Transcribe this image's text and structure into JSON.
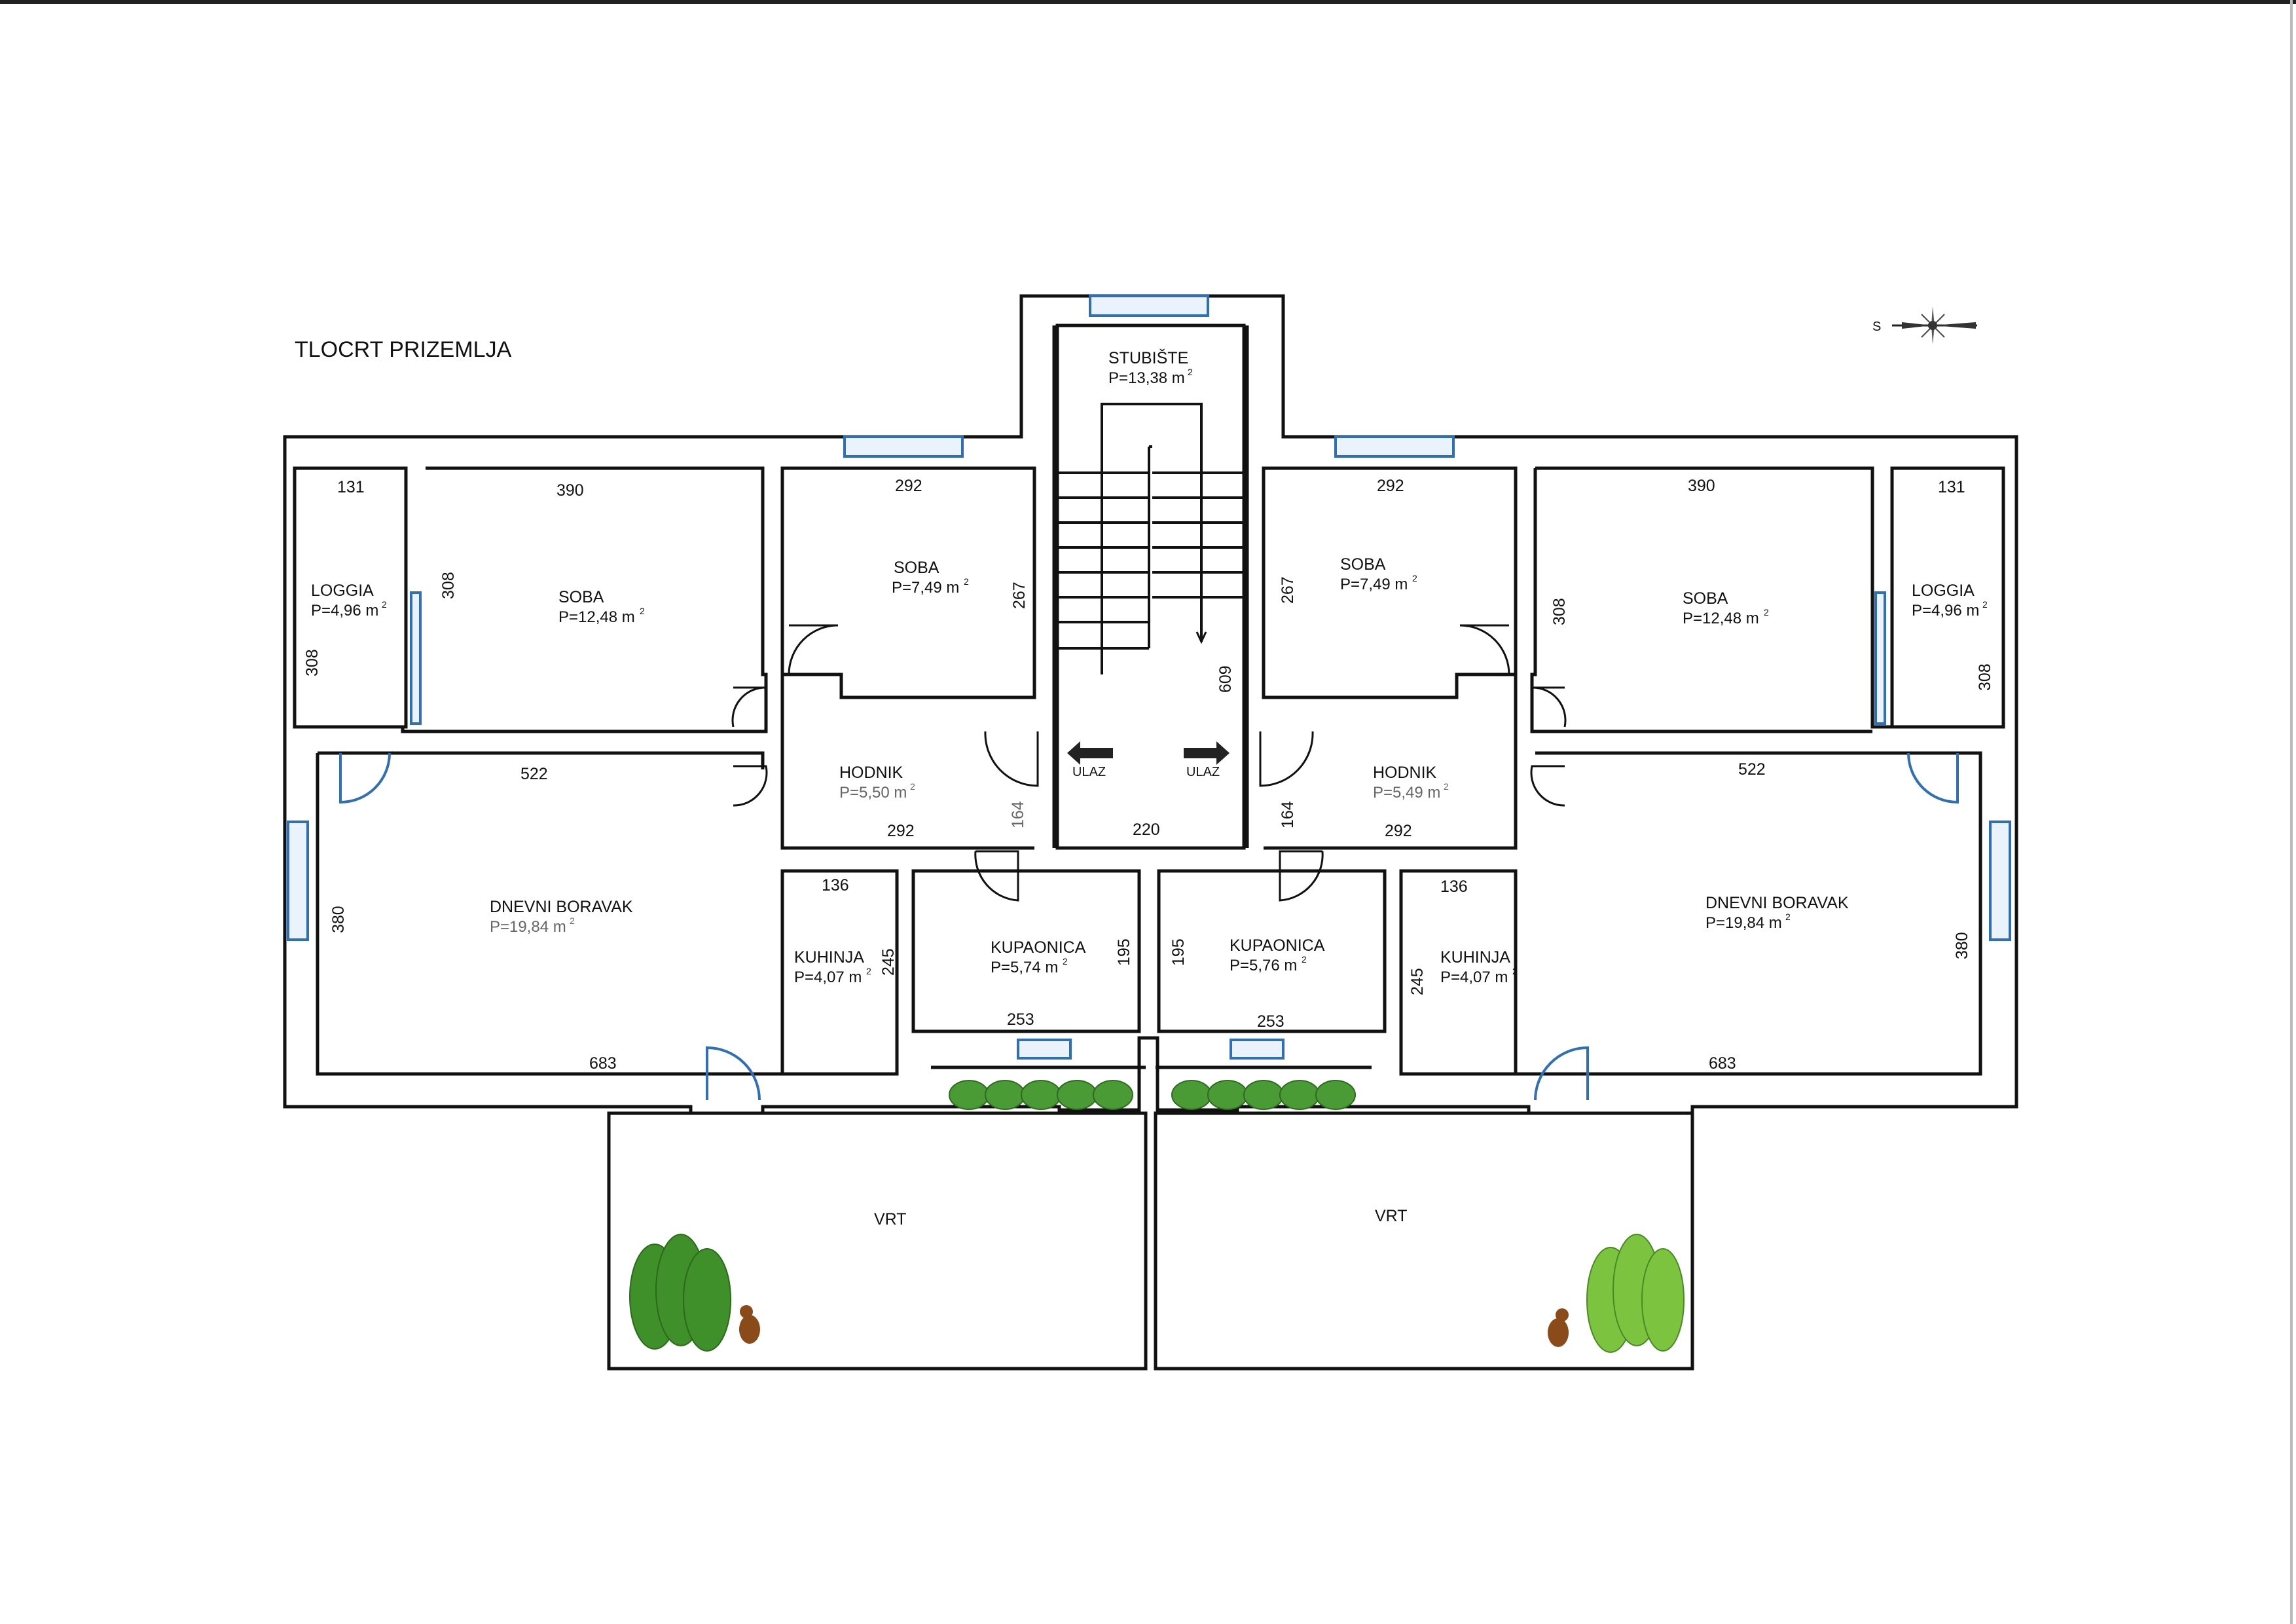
{
  "title": "TLOCRT PRIZEMLJA",
  "compass": {
    "label": "S"
  },
  "rooms": {
    "loggia_l": {
      "name": "LOGGIA",
      "area": "P=4,96 m",
      "sup": "2"
    },
    "soba_big_l": {
      "name": "SOBA",
      "area": "P=12,48 m",
      "sup": "2"
    },
    "soba_small_l": {
      "name": "SOBA",
      "area": "P=7,49 m",
      "sup": "2"
    },
    "stubiste": {
      "name": "STUBIŠTE",
      "area": "P=13,38 m",
      "sup": "2"
    },
    "soba_small_r": {
      "name": "SOBA",
      "area": "P=7,49 m",
      "sup": "2"
    },
    "soba_big_r": {
      "name": "SOBA",
      "area": "P=12,48 m",
      "sup": "2"
    },
    "loggia_r": {
      "name": "LOGGIA",
      "area": "P=4,96 m",
      "sup": "2"
    },
    "hodnik_l": {
      "name": "HODNIK",
      "area": "P=5,50 m",
      "sup": "2"
    },
    "hodnik_r": {
      "name": "HODNIK",
      "area": "P=5,49 m",
      "sup": "2"
    },
    "boravak_l": {
      "name": "DNEVNI BORAVAK",
      "area": "P=19,84 m",
      "sup": "2"
    },
    "boravak_r": {
      "name": "DNEVNI BORAVAK",
      "area": "P=19,84 m",
      "sup": "2"
    },
    "kuhinja_l": {
      "name": "KUHINJA",
      "area": "P=4,07 m",
      "sup": "2"
    },
    "kuhinja_r": {
      "name": "KUHINJA",
      "area": "P=4,07 m",
      "sup": "2"
    },
    "kupaonica_l": {
      "name": "KUPAONICA",
      "area": "P=5,74 m",
      "sup": "2"
    },
    "kupaonica_r": {
      "name": "KUPAONICA",
      "area": "P=5,76 m",
      "sup": "2"
    },
    "vrt_l": {
      "name": "VRT"
    },
    "vrt_r": {
      "name": "VRT"
    }
  },
  "entrances": {
    "left": "ULAZ",
    "right": "ULAZ"
  },
  "dimensions": {
    "loggia_l_w": "131",
    "loggia_l_h": "308",
    "soba_big_l_w": "390",
    "soba_big_l_h": "308",
    "soba_small_l_w": "292",
    "soba_small_l_h": "267",
    "stair_h": "609",
    "soba_small_r_w": "292",
    "soba_small_r_h": "267",
    "soba_big_r_w": "390",
    "soba_big_r_h": "308",
    "loggia_r_w": "131",
    "loggia_r_h": "308",
    "boravak_l_top": "522",
    "boravak_l_h": "380",
    "boravak_l_bottom": "683",
    "hodnik_l_w": "292",
    "hodnik_l_h": "164",
    "hall_w": "220",
    "hodnik_r_w": "292",
    "hodnik_r_h": "164",
    "boravak_r_top": "522",
    "boravak_r_h": "380",
    "boravak_r_bottom": "683",
    "kuhinja_l_w": "136",
    "kuhinja_l_h": "245",
    "kupaonica_l_h": "195",
    "kupaonica_l_w": "253",
    "kupaonica_r_h": "195",
    "kupaonica_r_w": "253",
    "kuhinja_r_w": "136",
    "kuhinja_r_h": "245"
  },
  "colors": {
    "wall": "#111111",
    "window": "#2f6fb5",
    "door": "#2f6fb5",
    "tree": "#3f8f2a",
    "shrub": "#4a9a35"
  }
}
